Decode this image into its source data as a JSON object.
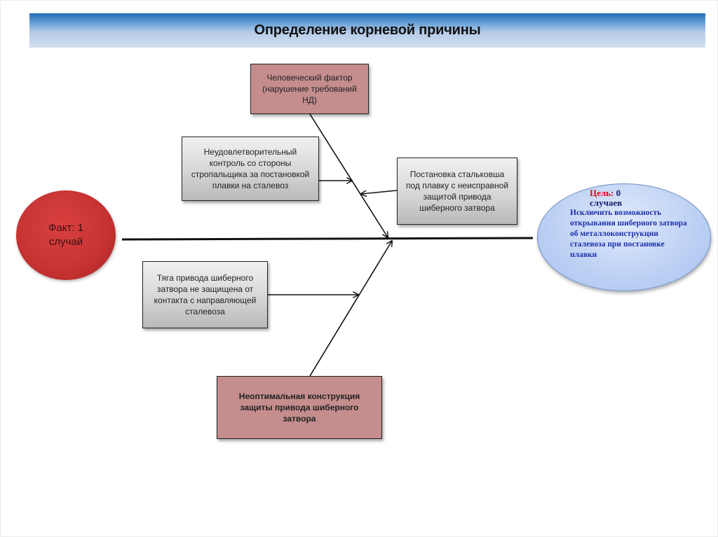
{
  "slide": {
    "title": "Определение корневой причины"
  },
  "fact": {
    "text": "Факт: 1 случай"
  },
  "goal": {
    "label": "Цель:",
    "value": "0 случаев",
    "description": "Исключить возможность открывания шиберного затвора об металлоконструкции сталевоза при постановке плавки"
  },
  "causes": {
    "human_factor": "Человеческий фактор (нарушение требований НД)",
    "poor_control": "Неудовлетворительный контроль со стороны стропальщика за постановкой плавки на сталевоз",
    "faulty_placement": "Постановка стальковша под плавку с неисправной защитой привода шиберного затвора",
    "unprotected_rod": "Тяга привода шиберного затвора не защищена от контакта с направляющей сталевоза",
    "design_flaw": "Неоптимальная конструкция защиты привода шиберного затвора"
  },
  "colors": {
    "primary_cause_fill": "#c58d8d",
    "secondary_cause_fill": "#d6d6d6",
    "fact_fill": "#c63232",
    "goal_fill": "#bcd0f4",
    "goal_label": "#d01010",
    "goal_text": "#1b2ea8"
  }
}
